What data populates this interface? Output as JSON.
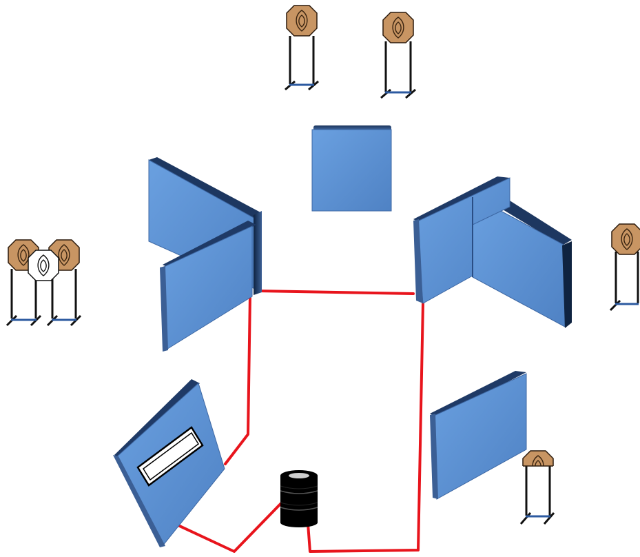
{
  "diagram": {
    "kind": "shooting-stage-layout",
    "colors": {
      "background": "#ffffff",
      "wall_face": "#5b8ed0",
      "wall_face_light": "#6a9ddc",
      "wall_edge": "#1f3a66",
      "wall_edge_mid": "#3b5f95",
      "fault_line": "#e8141c",
      "target_fill": "#c89563",
      "target_ring": "#7a4a24",
      "no_shoot_fill": "#ffffff",
      "stand_leg": "#111111",
      "stand_base": "#2c5aa0",
      "barrel": "#000000",
      "barrel_top": "#cfcfcf",
      "window_frame": "#000000",
      "window_fill": "#ffffff"
    },
    "elements": {
      "walls": [
        {
          "name": "wall-top-center"
        },
        {
          "name": "wall-left-back"
        },
        {
          "name": "wall-left-front"
        },
        {
          "name": "wall-right-inner"
        },
        {
          "name": "wall-right-outer"
        },
        {
          "name": "wall-right-lower"
        },
        {
          "name": "wall-port-panel"
        }
      ],
      "targets": [
        {
          "name": "target-top-1",
          "type": "paper"
        },
        {
          "name": "target-top-2",
          "type": "paper"
        },
        {
          "name": "target-left-1",
          "type": "paper"
        },
        {
          "name": "target-left-no-shoot",
          "type": "no-shoot"
        },
        {
          "name": "target-left-2",
          "type": "paper"
        },
        {
          "name": "target-right",
          "type": "paper"
        },
        {
          "name": "target-bottom-right",
          "type": "paper"
        }
      ],
      "props": [
        {
          "name": "barrel",
          "icon": "barrel-icon"
        },
        {
          "name": "port-window",
          "icon": "window-port-icon"
        }
      ],
      "fault_lines": [
        {
          "name": "fault-line-boundary"
        }
      ]
    }
  }
}
